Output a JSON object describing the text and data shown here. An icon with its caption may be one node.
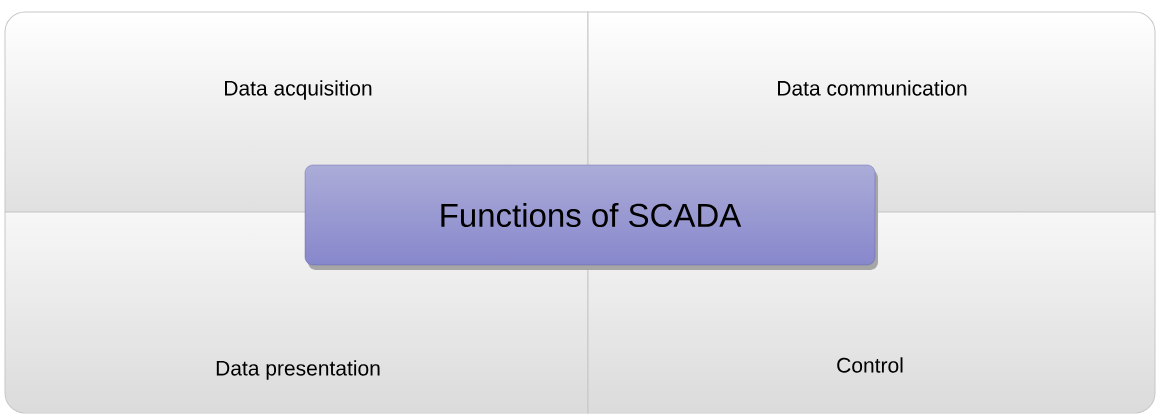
{
  "diagram": {
    "nodes": [
      {
        "text": [
          "Data acquisition"
        ]
      },
      {
        "text": [
          "Data communication"
        ]
      },
      {
        "text": [
          "Functions of SCADA"
        ]
      },
      {
        "text": [
          "Data presentation"
        ]
      },
      {
        "text": [
          "Control"
        ]
      }
    ]
  }
}
